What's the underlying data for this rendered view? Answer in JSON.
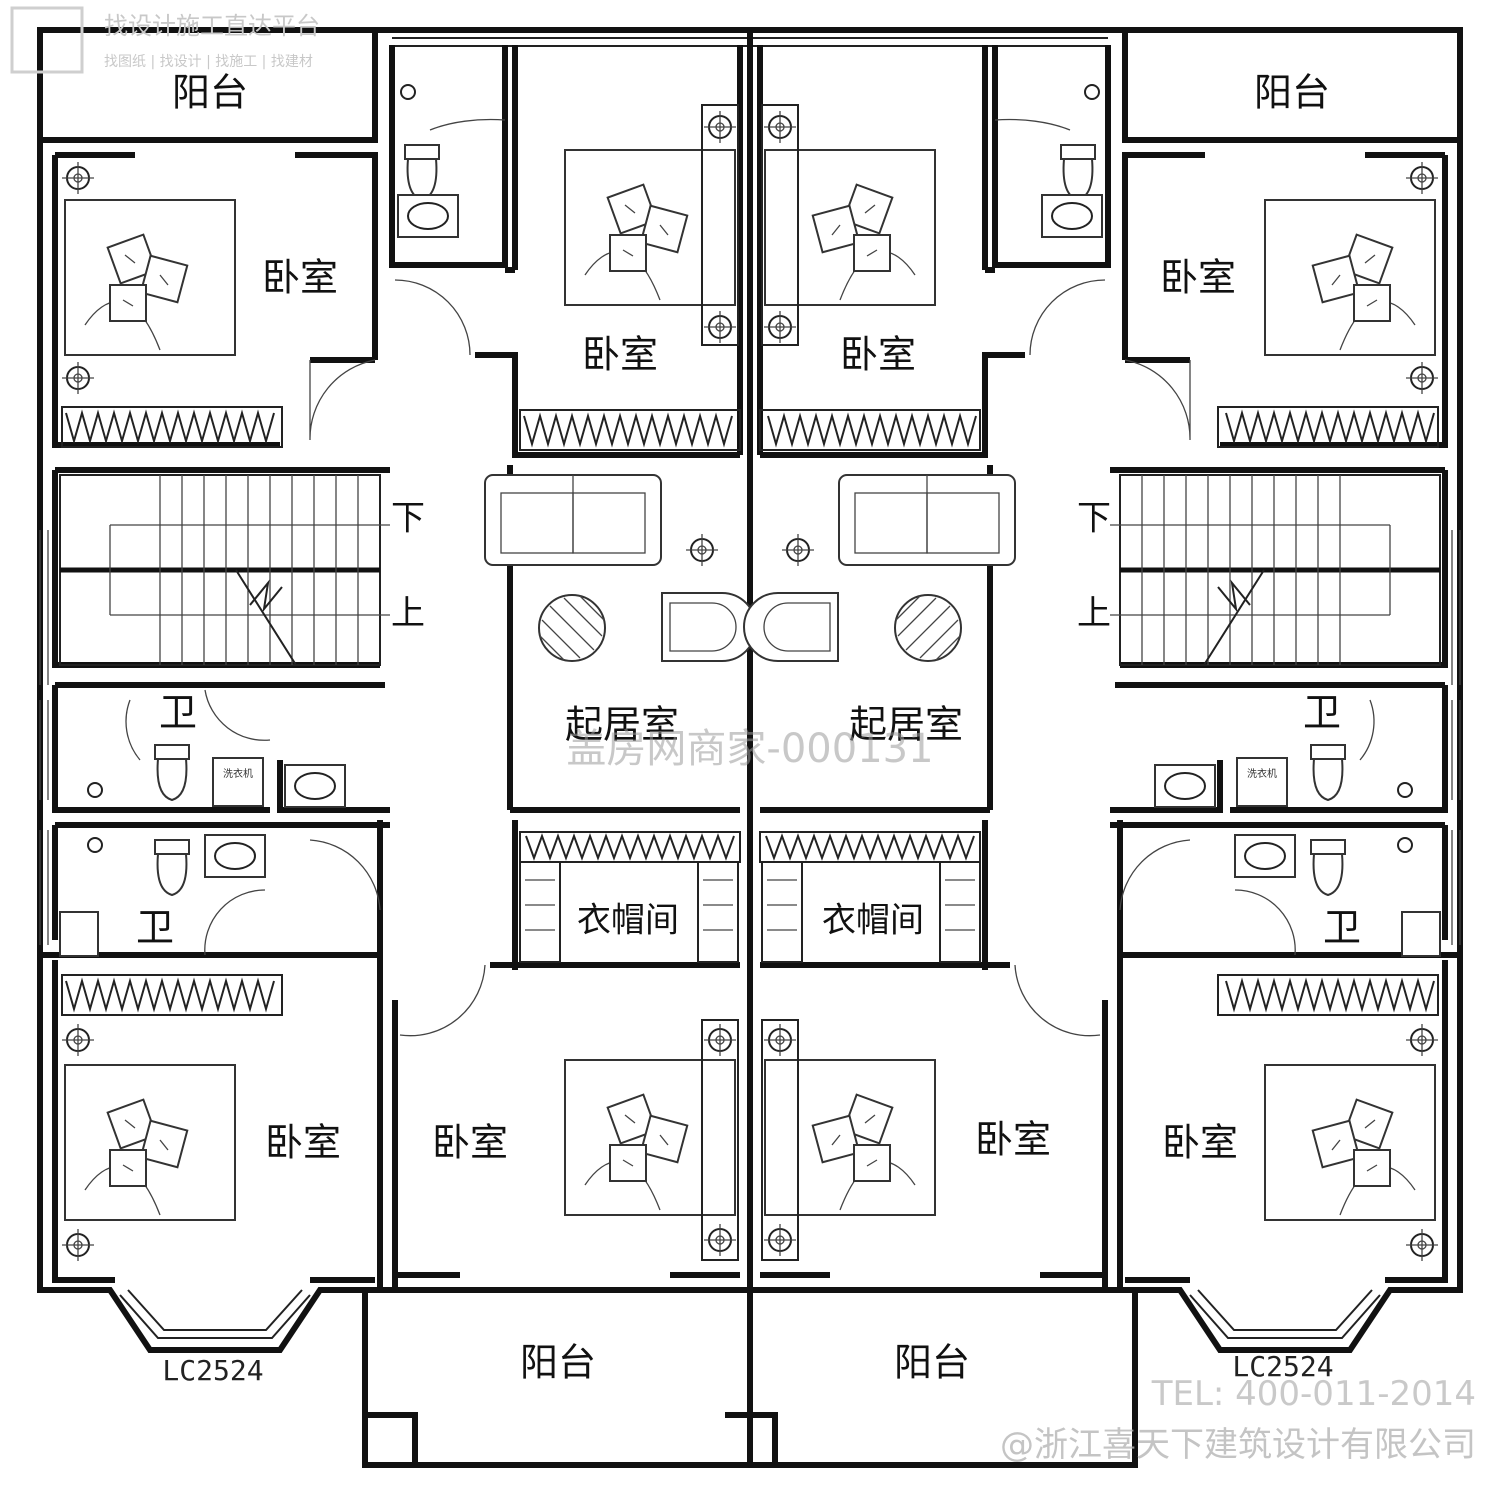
{
  "rooms": {
    "balcony": "阳台",
    "bedroom": "卧室",
    "living": "起居室",
    "bath": "卫",
    "closet": "衣帽间"
  },
  "stairs": {
    "down": "下",
    "up": "上"
  },
  "fixtures": {
    "washer": "洗衣机"
  },
  "windows": {
    "bay": "LC2524"
  },
  "watermarks": {
    "top_title": "找设计施工直达平台",
    "top_sub": "找图纸 | 找设计 | 找施工 | 找建材",
    "center": "盖房网商家-000131",
    "tel": "TEL: 400-011-2014",
    "company": "@浙江喜天下建筑设计有限公司"
  }
}
